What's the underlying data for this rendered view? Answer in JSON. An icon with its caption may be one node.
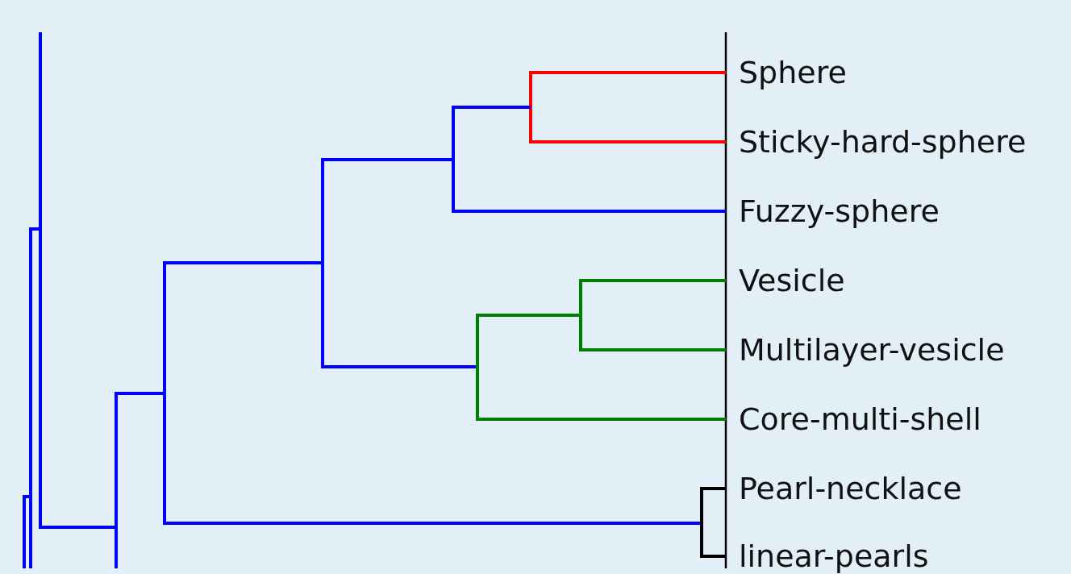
{
  "diagram": {
    "nodes": [
      {
        "text": [
          "Sphere"
        ]
      },
      {
        "text": [
          "Sticky-hard-sphere"
        ]
      },
      {
        "text": [
          "Fuzzy-sphere"
        ]
      },
      {
        "text": [
          "Vesicle"
        ]
      },
      {
        "text": [
          "Multilayer-vesicle"
        ]
      },
      {
        "text": [
          "Core-multi-shell"
        ]
      },
      {
        "text": [
          "Pearl-necklace"
        ]
      },
      {
        "text": [
          "linear-pearls"
        ]
      }
    ],
    "edges": [
      {
        "from": 0,
        "to": 1,
        "arrow": "none",
        "color": "#ff0000"
      },
      {
        "from": 3,
        "to": 4,
        "arrow": "none",
        "color": "#008000"
      },
      {
        "from": 6,
        "to": 7,
        "arrow": "none",
        "color": "#000000"
      },
      {
        "from": null,
        "to": 2,
        "arrow": "none",
        "color": "#0000ff"
      },
      {
        "from": null,
        "to": 5,
        "arrow": "none",
        "color": "#008000"
      }
    ]
  }
}
